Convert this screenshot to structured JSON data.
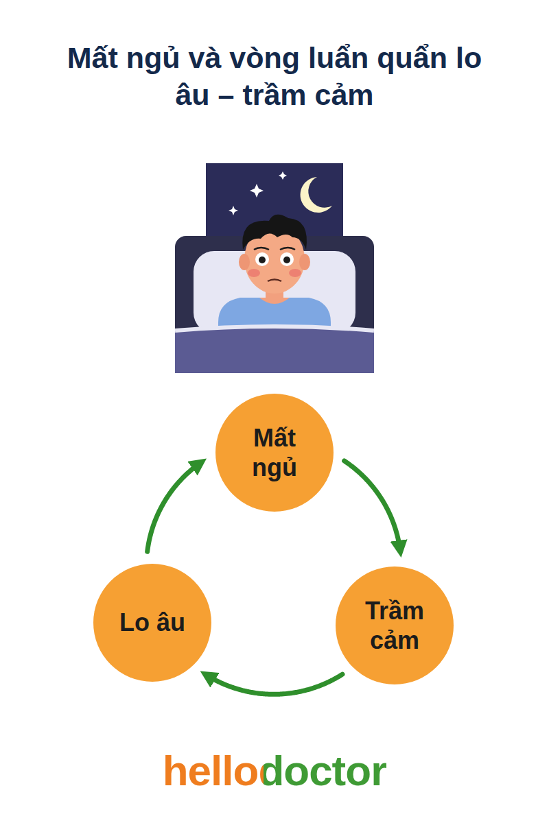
{
  "diagram": {
    "title": "Mất ngủ và vòng luẩn quẩn lo âu – trầm cảm",
    "nodes": [
      {
        "text": [
          "Mất ngủ"
        ]
      },
      {
        "text": [
          "Trầm cảm"
        ]
      },
      {
        "text": [
          "Lo âu"
        ]
      }
    ],
    "edges": [
      {
        "from": 0,
        "to": 1,
        "arrow": "to"
      },
      {
        "from": 1,
        "to": 2,
        "arrow": "to"
      },
      {
        "from": 2,
        "to": 0,
        "arrow": "to"
      }
    ],
    "labels": [
      "hellodoctor"
    ]
  }
}
